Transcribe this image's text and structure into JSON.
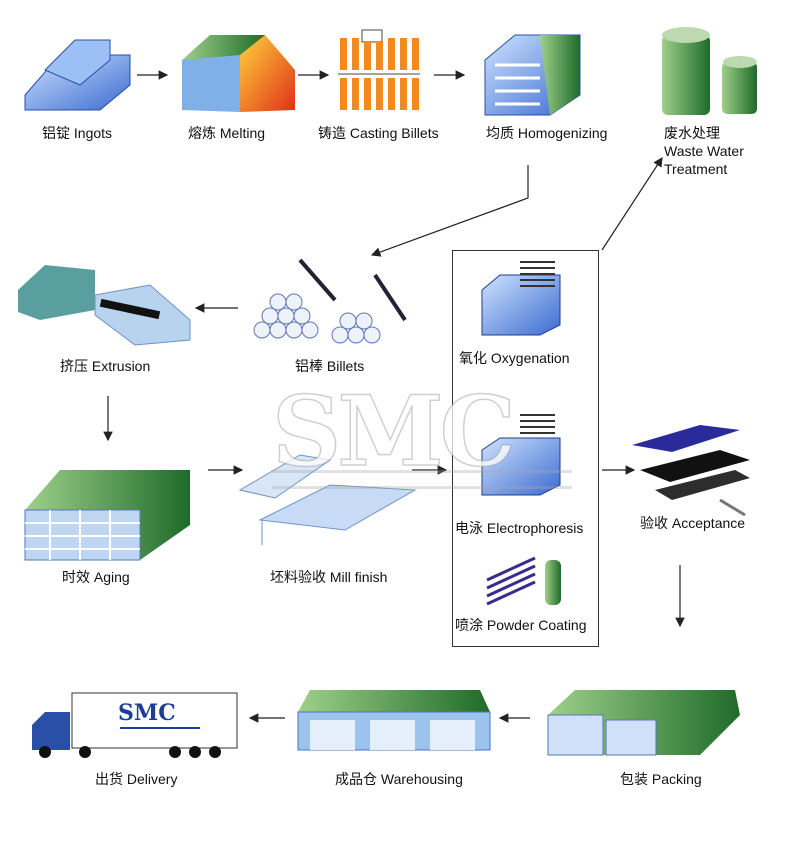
{
  "steps": {
    "ingots": "铝锭 Ingots",
    "melting": "熔炼 Melting",
    "casting": "铸造 Casting Billets",
    "homogenizing": "均质 Homogenizing",
    "waste_cn": "废水处理",
    "waste_en1": "Waste Water",
    "waste_en2": "Treatment",
    "extrusion": "挤压 Extrusion",
    "billets": "铝棒 Billets",
    "oxygenation": "氧化 Oxygenation",
    "electrophoresis": "电泳 Electrophoresis",
    "powder": "喷涂 Powder Coating",
    "aging": "时效 Aging",
    "mill": "坯料验收  Mill finish",
    "acceptance": "验收 Acceptance",
    "delivery": "出货 Delivery",
    "warehousing": "成品仓 Warehousing",
    "packing": "包装 Packing"
  },
  "watermark": "SMC",
  "truck_logo": "SMC",
  "colors": {
    "blue": "#2a4fa8",
    "green": "#3a8a3a",
    "orange": "#f08a1c",
    "arrow": "#222222"
  }
}
